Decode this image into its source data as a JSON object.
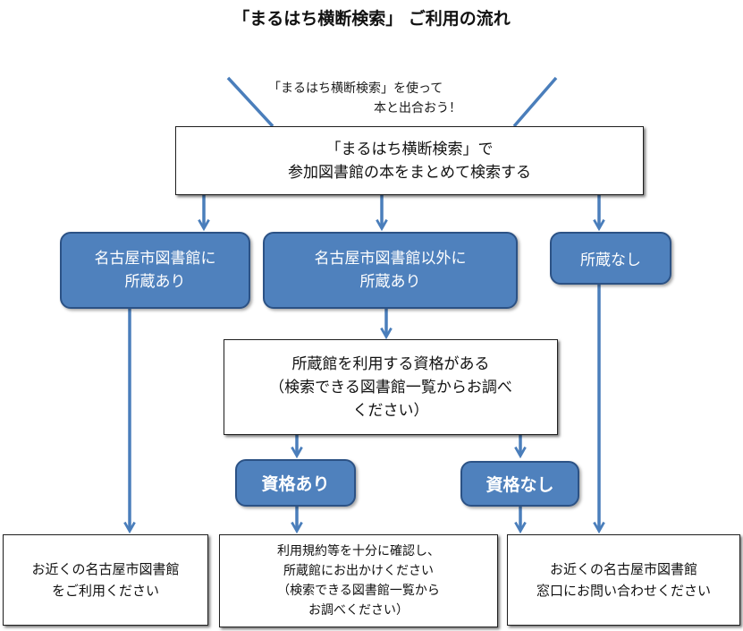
{
  "title": "「まるはち横断検索」 ご利用の流れ",
  "intro": {
    "line1": "「まるはち横断検索」を使って",
    "line2": "本と出合おう！"
  },
  "search_box": "「まるはち横断検索」で\n参加図書館の本をまとめて検索する",
  "nagoya_holds": "名古屋市図書館に\n所蔵あり",
  "other_holds": "名古屋市図書館以外に\n所蔵あり",
  "not_held": "所蔵なし",
  "eligibility": "所蔵館を利用する資格がある\n（検索できる図書館一覧からお調べ\nください）",
  "qualified": "資格あり",
  "not_qualified": "資格なし",
  "result_nagoya": "お近くの名古屋市図書館\nをご利用ください",
  "result_qualified": "利用規約等を十分に確認し、\n所蔵館にお出かけください\n（検索できる図書館一覧から\nお調べください）",
  "result_counter": "お近くの名古屋市図書館\n窓口にお問い合わせください",
  "colors": {
    "node_fill": "#4f81bd",
    "node_border": "#2c5285",
    "arrow": "#4a7ebb"
  }
}
